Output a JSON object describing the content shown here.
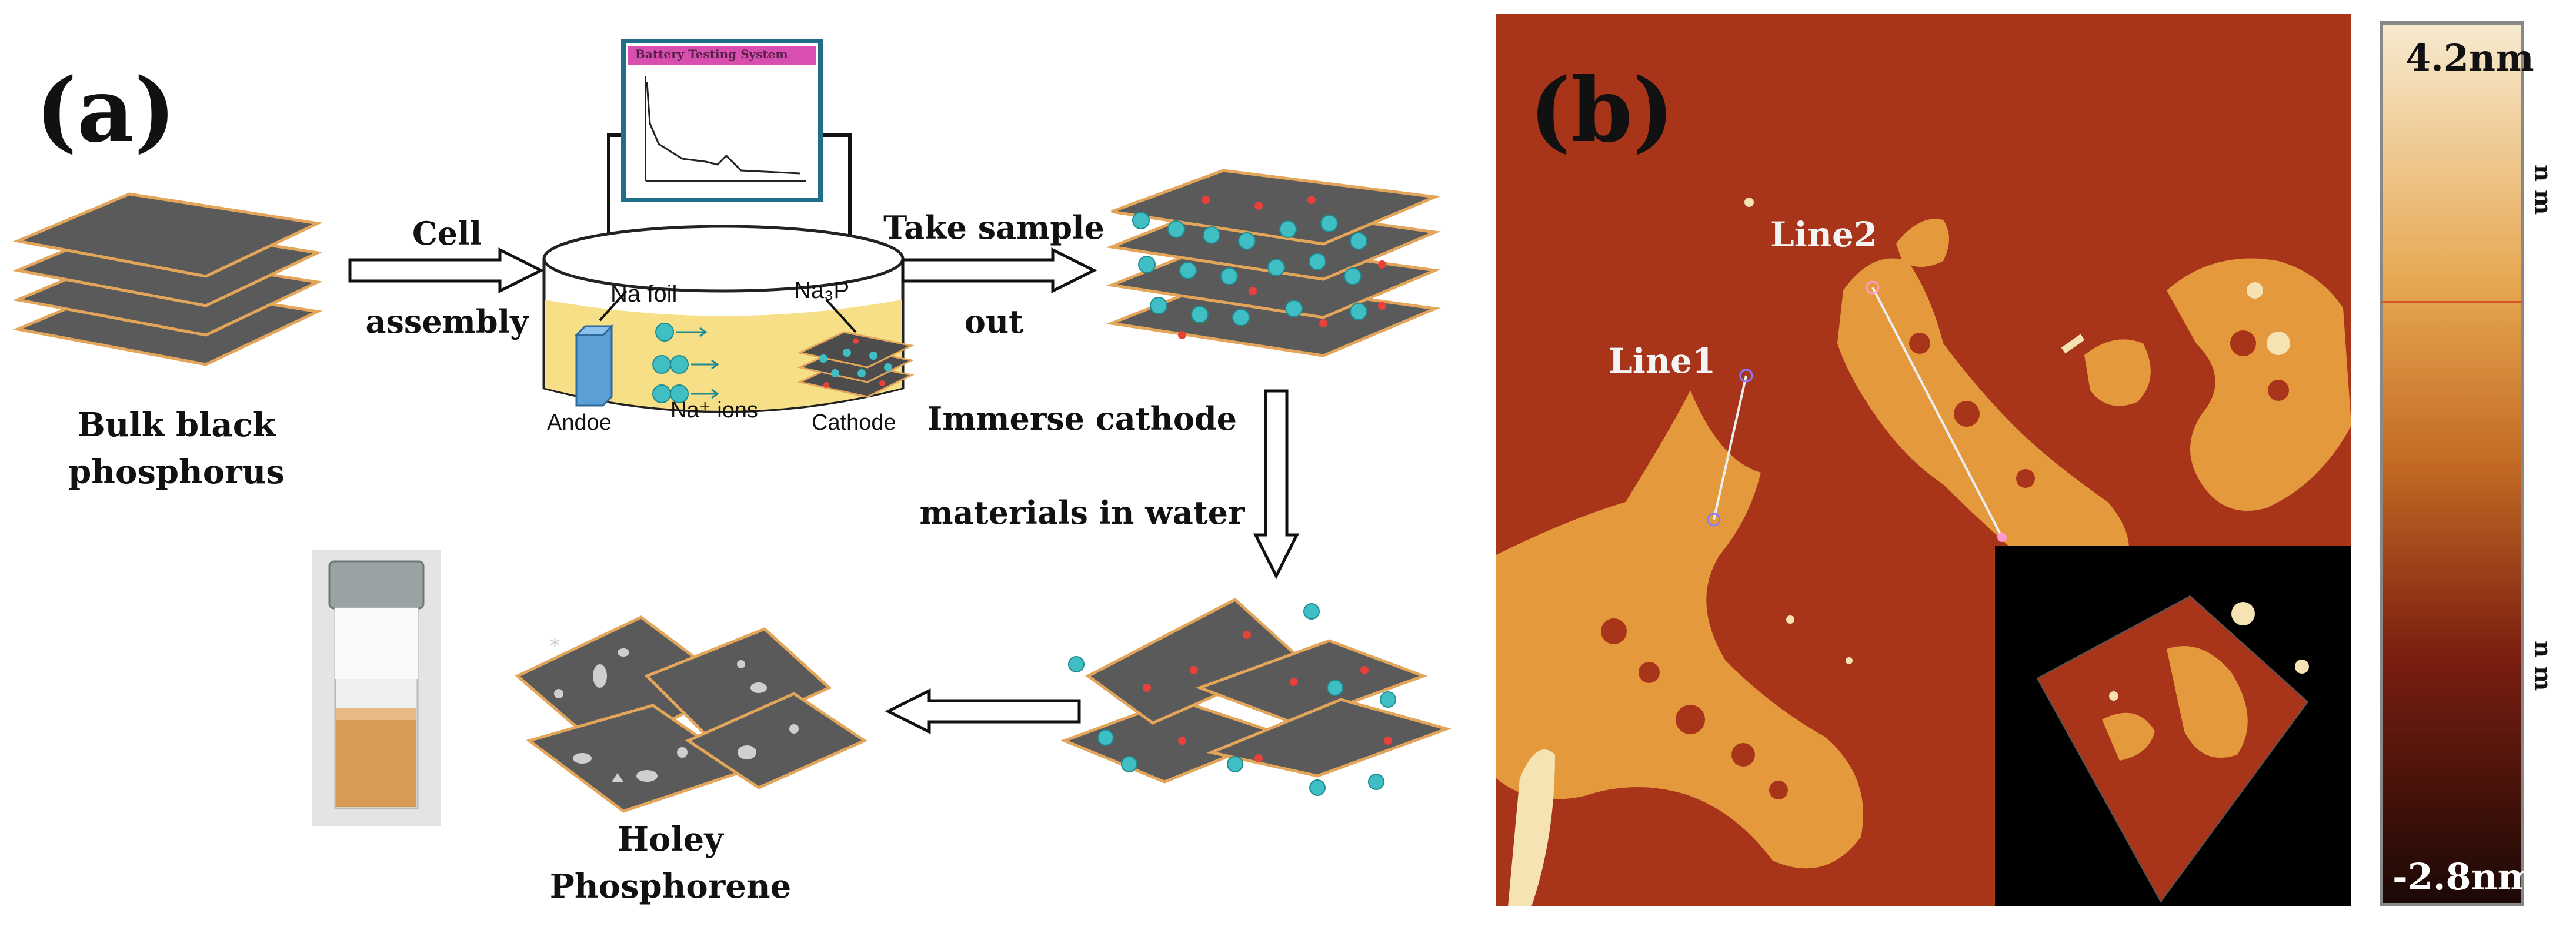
{
  "panel_a": {
    "label": "(a)",
    "bulk_label": [
      "Bulk black",
      "phosphorus"
    ],
    "arrow1_label": [
      "Cell",
      "assembly"
    ],
    "battery_window_title": "Battery Testing System",
    "cell_labels": {
      "na_foil": "Na  foil",
      "na3p": "Na₃P",
      "na_ions": "Na⁺ ions",
      "anode": "Andoe",
      "cathode": "Cathode"
    },
    "arrow2_label": [
      "Take sample",
      "out"
    ],
    "arrow3_label": [
      "Immerse cathode",
      "materials in water"
    ],
    "product_label": [
      "Holey",
      "Phosphorene"
    ]
  },
  "panel_b": {
    "label": "(b)",
    "line_labels": [
      "Line1",
      "Line2"
    ],
    "scale_max": "4.2nm",
    "scale_min": "-2.8nm",
    "scale_unit": "n m",
    "colors": {
      "afm_bg": "#a8341a",
      "flake": "#e49a3c",
      "highlight": "#f6e3b4",
      "scale_top": "#f7ead0",
      "scale_bottom": "#1a0805"
    }
  },
  "colors": {
    "sheet": "#5a5a5a",
    "sheet_edge": "#e2a55a",
    "ion": "#3fbfc4",
    "defect": "#e8403a",
    "electrolyte": "#f6df86"
  }
}
